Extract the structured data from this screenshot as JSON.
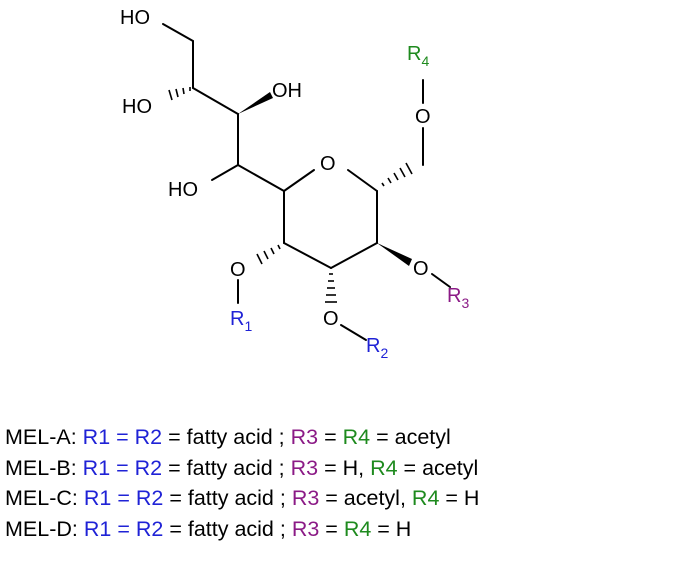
{
  "colors": {
    "blue": "#1f22d6",
    "purple": "#8b1a86",
    "green": "#1e8a1e",
    "black": "#000000"
  },
  "structure": {
    "labels": {
      "ho_top": "HO",
      "ho_left": "HO",
      "oh_right": "OH",
      "ho_lower": "HO",
      "ring_o": "O",
      "o4": "O",
      "o1": "O",
      "o2": "O",
      "o3": "O",
      "r4": "R",
      "r4_sub": "4",
      "r1": "R",
      "r1_sub": "1",
      "r2": "R",
      "r2_sub": "2",
      "r3": "R",
      "r3_sub": "3"
    }
  },
  "legend": [
    {
      "name": "MEL-A:",
      "parts": [
        {
          "text": "R1 = R2",
          "color": "blue"
        },
        {
          "text": " = fatty acid ; ",
          "color": "black"
        },
        {
          "text": "R3",
          "color": "purple"
        },
        {
          "text": " = ",
          "color": "black"
        },
        {
          "text": "R4",
          "color": "green"
        },
        {
          "text": " = acetyl",
          "color": "black"
        }
      ]
    },
    {
      "name": "MEL-B:",
      "parts": [
        {
          "text": "R1 = R2",
          "color": "blue"
        },
        {
          "text": " = fatty acid ; ",
          "color": "black"
        },
        {
          "text": "R3",
          "color": "purple"
        },
        {
          "text": " = H, ",
          "color": "black"
        },
        {
          "text": "R4",
          "color": "green"
        },
        {
          "text": " = acetyl",
          "color": "black"
        }
      ]
    },
    {
      "name": "MEL-C:",
      "parts": [
        {
          "text": "R1 = R2",
          "color": "blue"
        },
        {
          "text": " = fatty acid ; ",
          "color": "black"
        },
        {
          "text": "R3",
          "color": "purple"
        },
        {
          "text": " = acetyl, ",
          "color": "black"
        },
        {
          "text": "R4",
          "color": "green"
        },
        {
          "text": " = H",
          "color": "black"
        }
      ]
    },
    {
      "name": "MEL-D:",
      "parts": [
        {
          "text": "R1 = R2",
          "color": "blue"
        },
        {
          "text": " = fatty acid ; ",
          "color": "black"
        },
        {
          "text": "R3",
          "color": "purple"
        },
        {
          "text": " = ",
          "color": "black"
        },
        {
          "text": "R4",
          "color": "green"
        },
        {
          "text": " = H",
          "color": "black"
        }
      ]
    }
  ]
}
